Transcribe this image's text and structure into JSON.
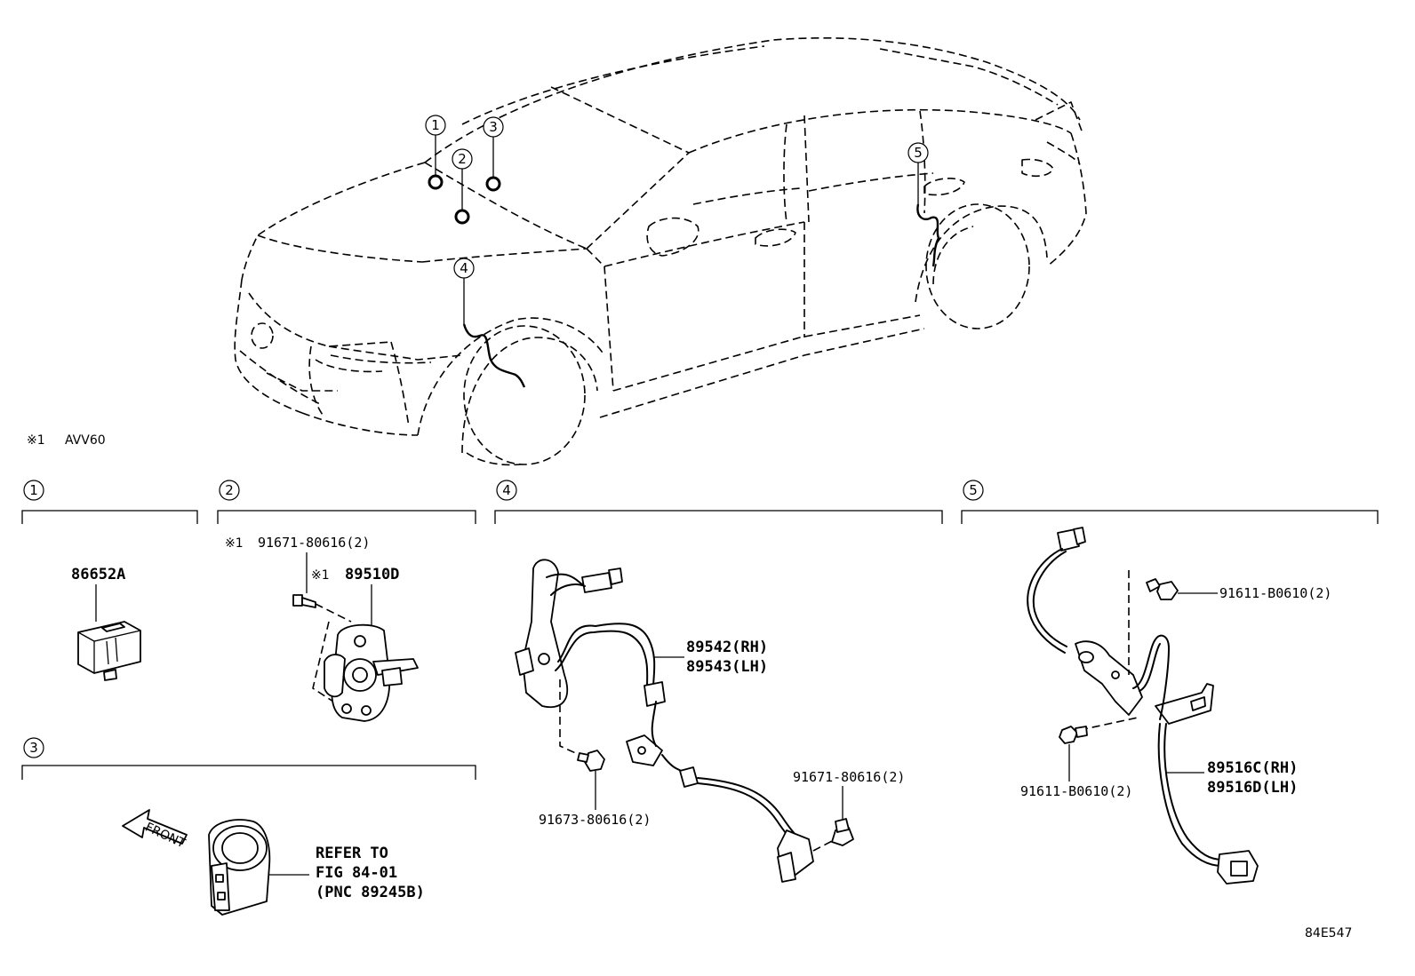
{
  "note": {
    "mark": "※1",
    "model": "AVV60"
  },
  "callouts": {
    "c1": "1",
    "c2": "2",
    "c3": "3",
    "c4": "4",
    "c5": "5"
  },
  "sections": {
    "s1": {
      "number": "1",
      "part": "86652A"
    },
    "s2": {
      "number": "2",
      "bolt_mark": "※1",
      "bolt": "91671-80616(2)",
      "sensor_mark": "※1",
      "sensor": "89510D"
    },
    "s3": {
      "number": "3",
      "front": "FRONT",
      "refer_line1": "REFER TO",
      "refer_line2": "FIG 84-01",
      "refer_line3": "(PNC 89245B)"
    },
    "s4": {
      "number": "4",
      "sensor_rh": "89542(RH)",
      "sensor_lh": "89543(LH)",
      "bolt_a": "91671-80616(2)",
      "bolt_b": "91673-80616(2)"
    },
    "s5": {
      "number": "5",
      "bolt_a": "91611-B0610(2)",
      "bolt_b": "91611-B0610(2)",
      "sensor_rh": "89516C(RH)",
      "sensor_lh": "89516D(LH)"
    }
  },
  "figure_id": "84E547"
}
